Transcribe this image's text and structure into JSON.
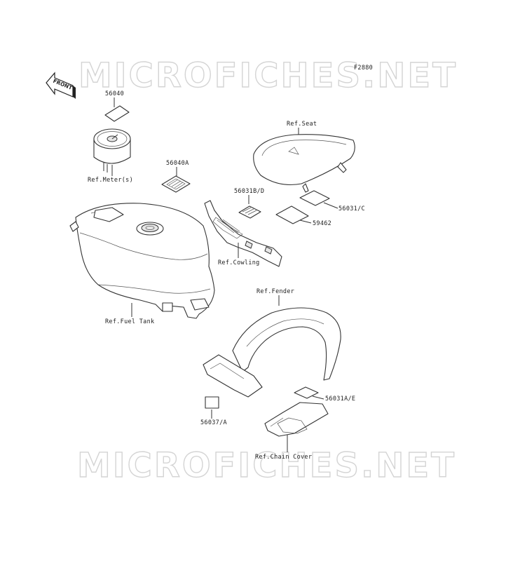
{
  "watermark": {
    "text": "MICROFICHES.NET"
  },
  "figure_code": "F2880",
  "front_indicator": "FRONT",
  "labels": {
    "p56040": "56040",
    "meter": "Ref.Meter(s)",
    "p56040A": "56040A",
    "seat": "Ref.Seat",
    "p56031BD": "56031B/D",
    "p56031C": "56031/C",
    "p59462": "59462",
    "cowling": "Ref.Cowling",
    "fuel_tank": "Ref.Fuel Tank",
    "fender": "Ref.Fender",
    "p56031AE": "56031A/E",
    "p56037A": "56037/A",
    "chain_cover": "Ref.Chain Cover"
  }
}
